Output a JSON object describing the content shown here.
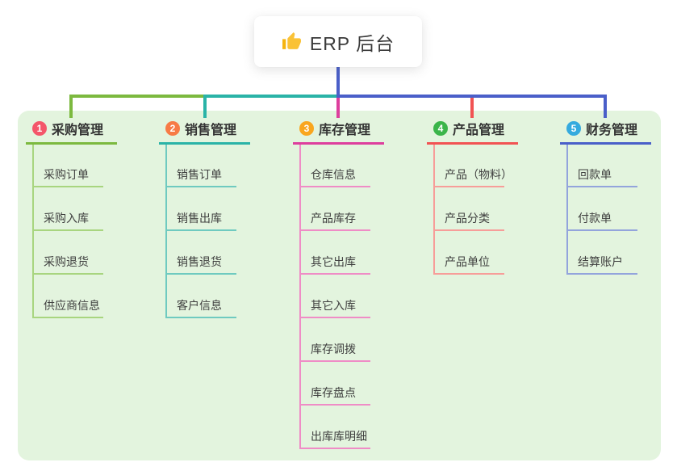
{
  "root": {
    "title": "ERP 后台",
    "icon": "thumbs-up-icon"
  },
  "colors": {
    "canvas_bg": "#ffffff",
    "panel_bg": "#e3f4de",
    "root_connector": "#4a5fc9",
    "root_text": "#3a3a3a",
    "branch_label_text": "#333333",
    "leaf_text": "#3f3f3f",
    "thumb_icon": "#f5b40e"
  },
  "branches": [
    {
      "index": "1",
      "label": "采购管理",
      "badge_color": "#f4566a",
      "line_color": "#7cb93f",
      "sub_line_color": "#a8d57f",
      "items": [
        "采购订单",
        "采购入库",
        "采购退货",
        "供应商信息"
      ]
    },
    {
      "index": "2",
      "label": "销售管理",
      "badge_color": "#f77b46",
      "line_color": "#2ab3a7",
      "sub_line_color": "#6fcac0",
      "items": [
        "销售订单",
        "销售出库",
        "销售退货",
        "客户信息"
      ]
    },
    {
      "index": "3",
      "label": "库存管理",
      "badge_color": "#f9a61e",
      "line_color": "#dd3e9d",
      "sub_line_color": "#ef8cc6",
      "items": [
        "仓库信息",
        "产品库存",
        "其它出库",
        "其它入库",
        "库存调拨",
        "库存盘点",
        "出库库明细"
      ]
    },
    {
      "index": "4",
      "label": "产品管理",
      "badge_color": "#3bb54a",
      "line_color": "#f15353",
      "sub_line_color": "#f79d99",
      "items": [
        "产品（物料）",
        "产品分类",
        "产品单位"
      ]
    },
    {
      "index": "5",
      "label": "财务管理",
      "badge_color": "#35aade",
      "line_color": "#4a5fc9",
      "sub_line_color": "#93a4dc",
      "items": [
        "回款单",
        "付款单",
        "结算账户"
      ]
    }
  ]
}
